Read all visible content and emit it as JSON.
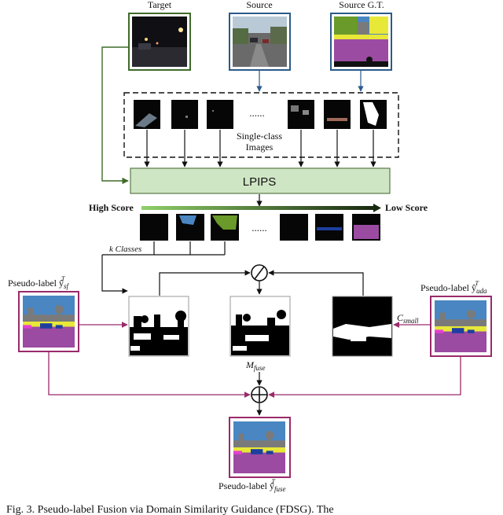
{
  "labels": {
    "target": "Target",
    "source": "Source",
    "source_gt": "Source G.T.",
    "single_class_1": "Single-class",
    "single_class_2": "Images",
    "dots_top": "......",
    "lpips": "LPIPS",
    "high_score": "High Score",
    "low_score": "Low Score",
    "dots_mid": "......",
    "k_classes": "k Classes",
    "pl_sf": "Pseudo-label ŷ",
    "pl_sf_sub": "sf",
    "pl_sf_sup": "T",
    "pl_uda": "Pseudo-label ŷ",
    "pl_uda_sub": "uda",
    "pl_uda_sup": "T",
    "c_small": "C",
    "c_small_sub": "small",
    "m_fuse": "M",
    "m_fuse_sub": "fuse",
    "pl_fuse": "Pseudo-label ŷ",
    "pl_fuse_sub": "fuse",
    "pl_fuse_sup": "T",
    "caption": "Fig. 3.   Pseudo-label Fusion via Domain Similarity Guidance (FDSG). The"
  },
  "colors": {
    "target_frame": "#3f6b2a",
    "source_frame": "#2b5a8a",
    "pseudo_frame": "#9a2a6a",
    "lpips_fill": "#cfe6c4",
    "lpips_stroke": "#5a7a4a",
    "arrow_green": "#3f6b2a",
    "arrow_blue": "#2b5a8a",
    "arrow_magenta": "#9a2a6a",
    "seg_road": "#9b4ba1",
    "seg_sky": "#4a86c1",
    "seg_building": "#7a7a7a",
    "seg_car": "#1e3fa0",
    "seg_sidewalk": "#e33fd1",
    "seg_vegetation": "#e8e838",
    "seg_veg_green": "#6a9a2a"
  },
  "icons": {
    "divide_op": "oslash-operator-icon",
    "fuse_op": "oplus-operator-icon"
  }
}
